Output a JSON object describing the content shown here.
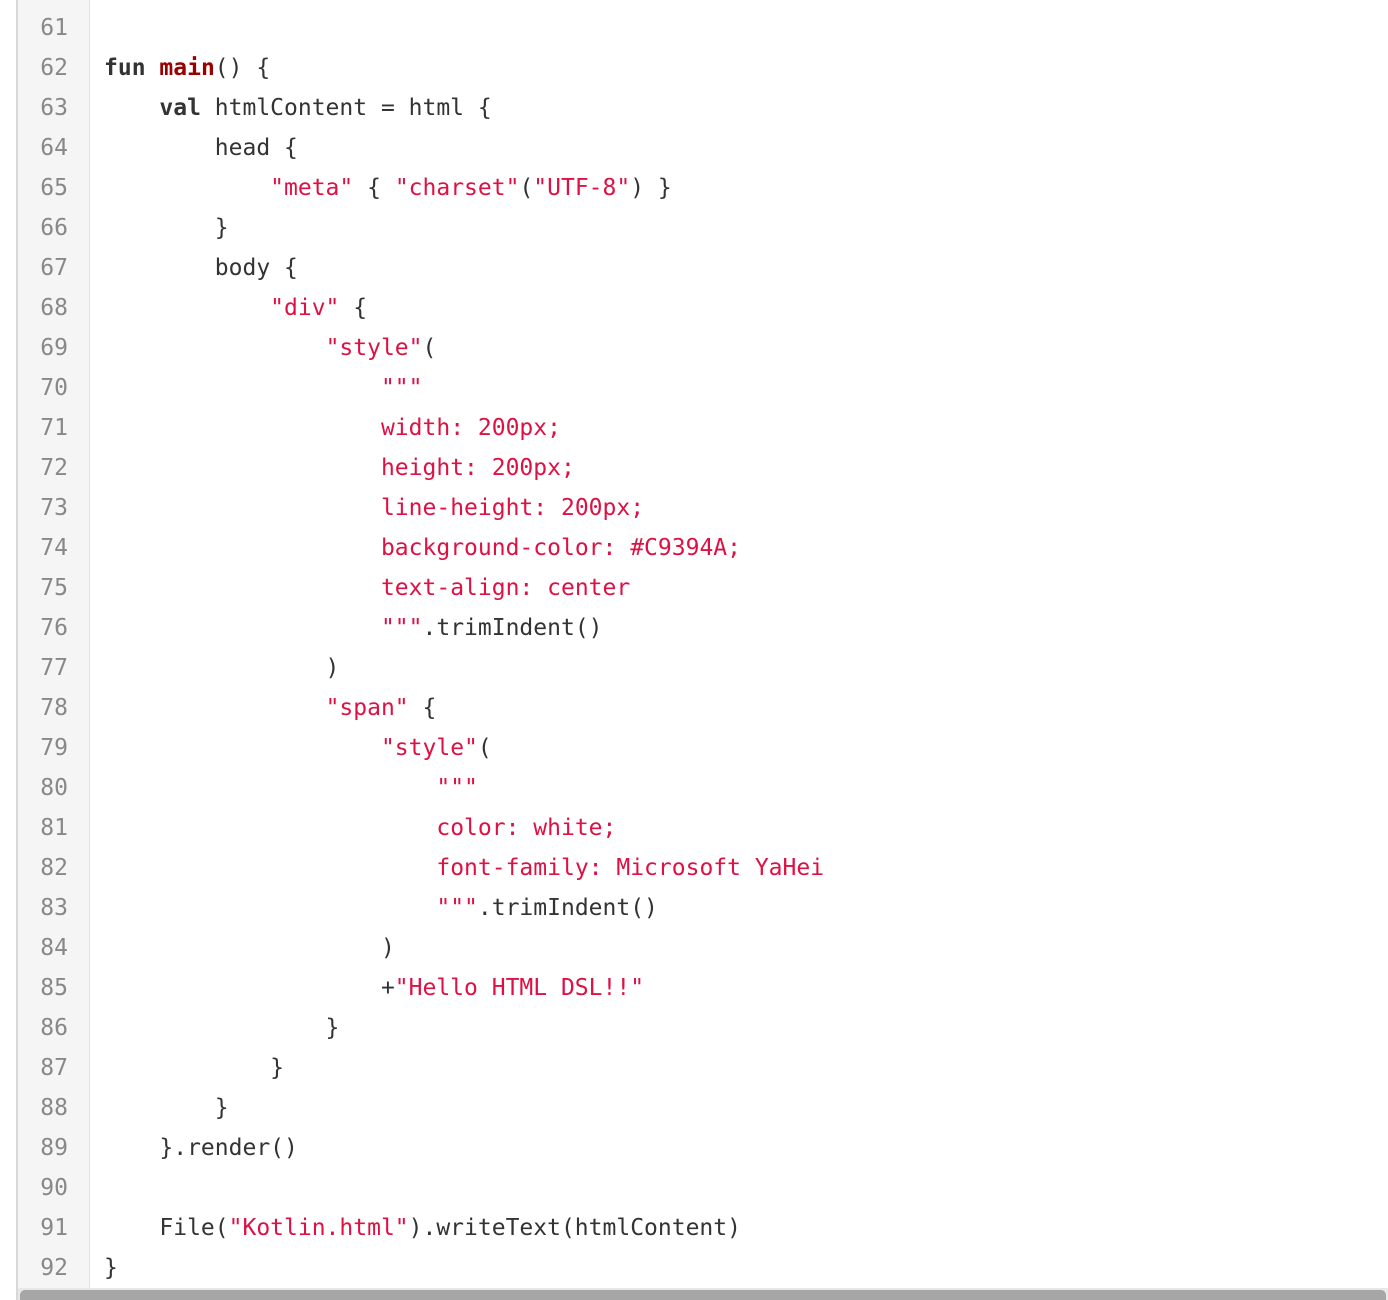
{
  "editor": {
    "language": "Kotlin",
    "colors": {
      "keyword": "#333333",
      "function": "#990000",
      "string": "#d14",
      "plain": "#333333",
      "line_number": "#888888"
    },
    "lines": [
      {
        "n": "61",
        "tokens": []
      },
      {
        "n": "62",
        "tokens": [
          {
            "t": "kw",
            "v": "fun"
          },
          {
            "t": "p",
            "v": " "
          },
          {
            "t": "fn",
            "v": "main"
          },
          {
            "t": "p",
            "v": "() {"
          }
        ]
      },
      {
        "n": "63",
        "tokens": [
          {
            "t": "p",
            "v": "    "
          },
          {
            "t": "kw",
            "v": "val"
          },
          {
            "t": "p",
            "v": " htmlContent = html {"
          }
        ]
      },
      {
        "n": "64",
        "tokens": [
          {
            "t": "p",
            "v": "        head {"
          }
        ]
      },
      {
        "n": "65",
        "tokens": [
          {
            "t": "p",
            "v": "            "
          },
          {
            "t": "str",
            "v": "\"meta\""
          },
          {
            "t": "p",
            "v": " { "
          },
          {
            "t": "str",
            "v": "\"charset\""
          },
          {
            "t": "p",
            "v": "("
          },
          {
            "t": "str",
            "v": "\"UTF-8\""
          },
          {
            "t": "p",
            "v": ") }"
          }
        ]
      },
      {
        "n": "66",
        "tokens": [
          {
            "t": "p",
            "v": "        }"
          }
        ]
      },
      {
        "n": "67",
        "tokens": [
          {
            "t": "p",
            "v": "        body {"
          }
        ]
      },
      {
        "n": "68",
        "tokens": [
          {
            "t": "p",
            "v": "            "
          },
          {
            "t": "str",
            "v": "\"div\""
          },
          {
            "t": "p",
            "v": " {"
          }
        ]
      },
      {
        "n": "69",
        "tokens": [
          {
            "t": "p",
            "v": "                "
          },
          {
            "t": "str",
            "v": "\"style\""
          },
          {
            "t": "p",
            "v": "("
          }
        ]
      },
      {
        "n": "70",
        "tokens": [
          {
            "t": "p",
            "v": "                    "
          },
          {
            "t": "str",
            "v": "\"\"\""
          }
        ]
      },
      {
        "n": "71",
        "tokens": [
          {
            "t": "p",
            "v": "                    "
          },
          {
            "t": "str",
            "v": "width: 200px;"
          }
        ]
      },
      {
        "n": "72",
        "tokens": [
          {
            "t": "p",
            "v": "                    "
          },
          {
            "t": "str",
            "v": "height: 200px;"
          }
        ]
      },
      {
        "n": "73",
        "tokens": [
          {
            "t": "p",
            "v": "                    "
          },
          {
            "t": "str",
            "v": "line-height: 200px;"
          }
        ]
      },
      {
        "n": "74",
        "tokens": [
          {
            "t": "p",
            "v": "                    "
          },
          {
            "t": "str",
            "v": "background-color: #C9394A;"
          }
        ]
      },
      {
        "n": "75",
        "tokens": [
          {
            "t": "p",
            "v": "                    "
          },
          {
            "t": "str",
            "v": "text-align: center"
          }
        ]
      },
      {
        "n": "76",
        "tokens": [
          {
            "t": "p",
            "v": "                    "
          },
          {
            "t": "str",
            "v": "\"\"\""
          },
          {
            "t": "p",
            "v": ".trimIndent()"
          }
        ]
      },
      {
        "n": "77",
        "tokens": [
          {
            "t": "p",
            "v": "                )"
          }
        ]
      },
      {
        "n": "78",
        "tokens": [
          {
            "t": "p",
            "v": "                "
          },
          {
            "t": "str",
            "v": "\"span\""
          },
          {
            "t": "p",
            "v": " {"
          }
        ]
      },
      {
        "n": "79",
        "tokens": [
          {
            "t": "p",
            "v": "                    "
          },
          {
            "t": "str",
            "v": "\"style\""
          },
          {
            "t": "p",
            "v": "("
          }
        ]
      },
      {
        "n": "80",
        "tokens": [
          {
            "t": "p",
            "v": "                        "
          },
          {
            "t": "str",
            "v": "\"\"\""
          }
        ]
      },
      {
        "n": "81",
        "tokens": [
          {
            "t": "p",
            "v": "                        "
          },
          {
            "t": "str",
            "v": "color: white;"
          }
        ]
      },
      {
        "n": "82",
        "tokens": [
          {
            "t": "p",
            "v": "                        "
          },
          {
            "t": "str",
            "v": "font-family: Microsoft YaHei"
          }
        ]
      },
      {
        "n": "83",
        "tokens": [
          {
            "t": "p",
            "v": "                        "
          },
          {
            "t": "str",
            "v": "\"\"\""
          },
          {
            "t": "p",
            "v": ".trimIndent()"
          }
        ]
      },
      {
        "n": "84",
        "tokens": [
          {
            "t": "p",
            "v": "                    )"
          }
        ]
      },
      {
        "n": "85",
        "tokens": [
          {
            "t": "p",
            "v": "                    +"
          },
          {
            "t": "str",
            "v": "\"Hello HTML DSL!!\""
          }
        ]
      },
      {
        "n": "86",
        "tokens": [
          {
            "t": "p",
            "v": "                }"
          }
        ]
      },
      {
        "n": "87",
        "tokens": [
          {
            "t": "p",
            "v": "            }"
          }
        ]
      },
      {
        "n": "88",
        "tokens": [
          {
            "t": "p",
            "v": "        }"
          }
        ]
      },
      {
        "n": "89",
        "tokens": [
          {
            "t": "p",
            "v": "    }.render()"
          }
        ]
      },
      {
        "n": "90",
        "tokens": []
      },
      {
        "n": "91",
        "tokens": [
          {
            "t": "p",
            "v": "    File("
          },
          {
            "t": "str",
            "v": "\"Kotlin.html\""
          },
          {
            "t": "p",
            "v": ").writeText(htmlContent)"
          }
        ]
      },
      {
        "n": "92",
        "tokens": [
          {
            "t": "p",
            "v": "}"
          }
        ]
      }
    ]
  }
}
